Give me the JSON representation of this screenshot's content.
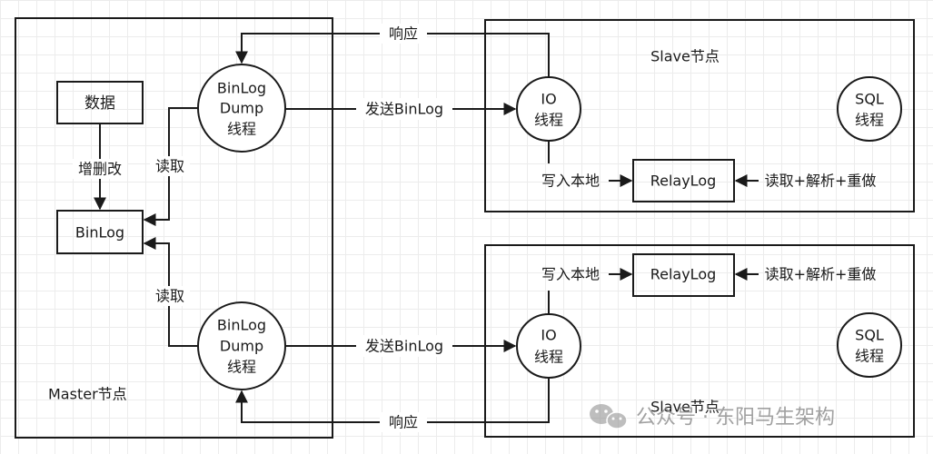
{
  "master": {
    "label": "Master节点",
    "data_box": "数据",
    "binlog_box": "BinLog",
    "edit_label": "增删改",
    "dump_top": {
      "line1": "BinLog",
      "line2": "Dump",
      "line3": "线程"
    },
    "dump_bottom": {
      "line1": "BinLog",
      "line2": "Dump",
      "line3": "线程"
    },
    "read_top": "读取",
    "read_bottom": "读取"
  },
  "slave_top": {
    "label": "Slave节点",
    "io": {
      "line1": "IO",
      "line2": "线程"
    },
    "sql": {
      "line1": "SQL",
      "line2": "线程"
    },
    "relaylog": "RelayLog",
    "write_local": "写入本地",
    "read_parse_redo": "读取+解析+重做"
  },
  "slave_bottom": {
    "label": "Slave节点",
    "io": {
      "line1": "IO",
      "line2": "线程"
    },
    "sql": {
      "line1": "SQL",
      "line2": "线程"
    },
    "relaylog": "RelayLog",
    "write_local": "写入本地",
    "read_parse_redo": "读取+解析+重做"
  },
  "edges": {
    "send_top": "发送BinLog",
    "send_bottom": "发送BinLog",
    "response_top": "响应",
    "response_bottom": "响应"
  },
  "watermark": {
    "text": "公众号 · 东阳马生架构",
    "icon": "wechat-icon"
  },
  "colors": {
    "stroke": "#1a1a1a",
    "grid": "#ececec",
    "watermark": "#8a8a8a"
  }
}
